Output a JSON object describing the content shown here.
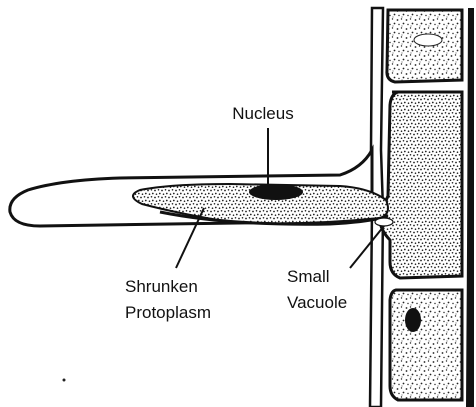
{
  "labels": {
    "nucleus": "Nucleus",
    "shrunken_line1": "Shrunken",
    "shrunken_line2": "Protoplasm",
    "vacuole_line1": "Small",
    "vacuole_line2": "Vacuole"
  }
}
